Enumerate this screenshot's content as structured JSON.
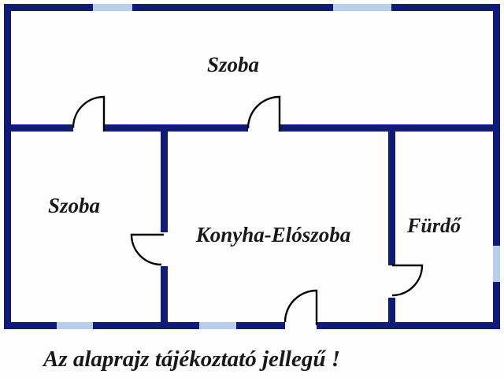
{
  "floorplan": {
    "rooms": {
      "room_top": {
        "label": "Szoba"
      },
      "room_left": {
        "label": "Szoba"
      },
      "kitchen_hall": {
        "label": "Konyha-Elószoba"
      },
      "bathroom": {
        "label": "Fürdő"
      }
    },
    "caption": "Az alaprajz tájékoztató jellegű !",
    "colors": {
      "wall": "#101a78",
      "window": "#b9cfe9",
      "door": "#000000",
      "label_text": "#181818",
      "background": "#fdfdfd"
    }
  }
}
